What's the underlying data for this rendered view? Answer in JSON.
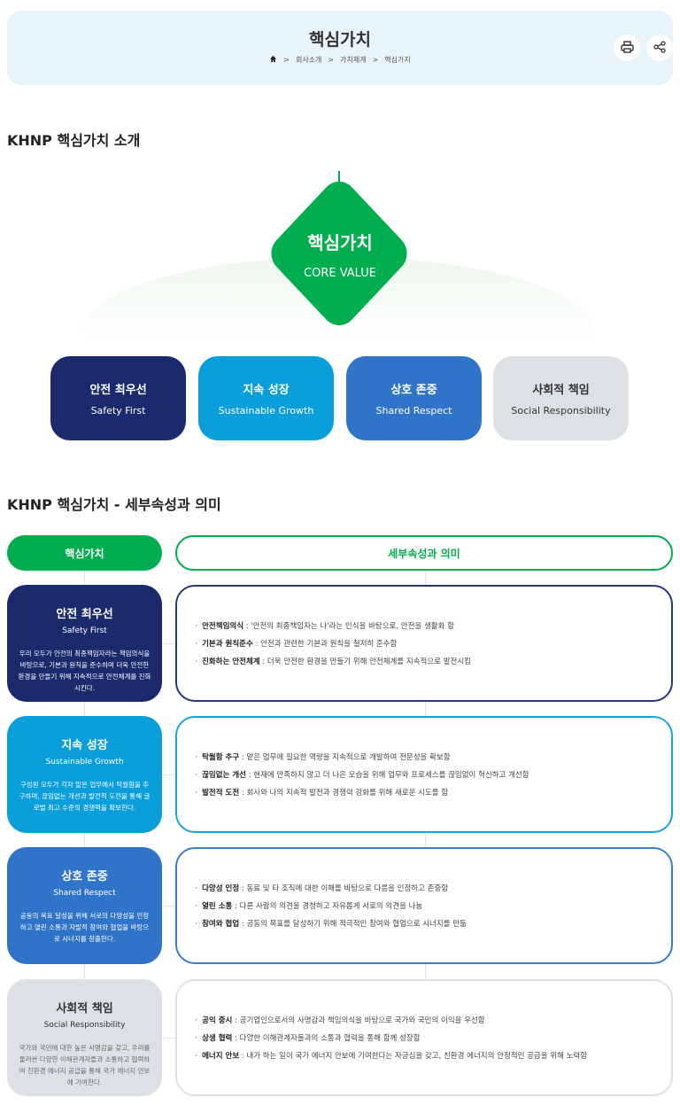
{
  "header": {
    "title": "핵심가치",
    "breadcrumb": [
      "회사소개",
      "가치체계",
      "핵심가치"
    ],
    "sep": ">"
  },
  "section1": {
    "title": "KHNP 핵심가치 소개",
    "center": {
      "ko": "핵심가치",
      "en": "CORE VALUE"
    }
  },
  "values": [
    {
      "ko": "안전 최우선",
      "en": "Safety First",
      "color": "#1a2a6c",
      "text": "#ffffff",
      "desc": "우리 모두가 안전의 최종책임자라는 책임의식을 바탕으로, 기본과 원칙을 준수하며 더욱 안전한 환경을 만들기 위해 지속적으로 안전체계를 진화시킨다.",
      "items": [
        {
          "t": "안전책임의식",
          "d": "'안전의 최종책임자는 나'라는 인식을 바탕으로, 안전을 생활화 함"
        },
        {
          "t": "기본과 원칙준수",
          "d": "안전과 관련한 기본과 원칙을 철저히 준수함"
        },
        {
          "t": "진화하는 안전체계",
          "d": "더욱 안전한 환경을 만들기 위해 안전체계를 지속적으로 발전시킴"
        }
      ]
    },
    {
      "ko": "지속 성장",
      "en": "Sustainable Growth",
      "color": "#0a9edb",
      "text": "#ffffff",
      "desc": "구성원 모두가 각자 맡은 업무에서 탁월함을 추구하며, 끊임없는 개선과 발전적 도전을 통해 글로벌 최고 수준의 경쟁력을 확보한다.",
      "items": [
        {
          "t": "탁월함 추구",
          "d": "맡은 업무에 필요한 역량을 지속적으로 개발하여 전문성을 확보함"
        },
        {
          "t": "끊임없는 개선",
          "d": "현재에 만족하지 않고 더 나은 모습을 위해 업무와 프로세스를 끊임없이 혁신하고 개선함"
        },
        {
          "t": "발전적 도전",
          "d": "회사와 나의 지속적 발전과 경쟁력 강화를 위해 새로운 시도를 함"
        }
      ]
    },
    {
      "ko": "상호 존중",
      "en": "Shared Respect",
      "color": "#2f74c8",
      "text": "#ffffff",
      "desc": "공동의 목표 달성을 위해 서로의 다양성을 인정하고 열린 소통과 자발적 참여와 협업을 바탕으로 시너지를 창출한다.",
      "items": [
        {
          "t": "다양성 인정",
          "d": "동료 및 타 조직에 대한 이해를 바탕으로 다름을 인정하고 존중함"
        },
        {
          "t": "열린 소통",
          "d": "다른 사람의 의견을 경청하고 자유롭게 서로의 의견을 나눔"
        },
        {
          "t": "참여와 협업",
          "d": "공동의 목표를 달성하기 위해 적극적인 참여와 협업으로 시너지를 만듦"
        }
      ]
    },
    {
      "ko": "사회적 책임",
      "en": "Social Responsibility",
      "color": "#dde1e6",
      "text": "#333333",
      "desc": "국가와 국민에 대한 높은 사명감을 갖고, 우리를 둘러싼 다양한 이해관계자들과 소통하고 협력하여 친환경 에너지 공급을 통해 국가 에너지 안보에 기여한다.",
      "items": [
        {
          "t": "공익 중시",
          "d": "공기업인으로서의 사명감과 책임의식을 바탕으로 국가와 국민의 이익을 우선함"
        },
        {
          "t": "상생 협력",
          "d": "다양한 이해관계자들과의 소통과 협력을 통해 함께 성장함"
        },
        {
          "t": "에너지 안보",
          "d": "내가 하는 일이 국가 에너지 안보에 기여한다는 자긍심을 갖고, 친환경 에너지의 안정적인 공급을 위해 노력함"
        }
      ]
    }
  ],
  "section2": {
    "title": "KHNP 핵심가치 - 세부속성과 의미",
    "col1": "핵심가치",
    "col2": "세부속성과 의미"
  },
  "border_colors": [
    "#2a3678",
    "#1aa3dd",
    "#3a7ccc",
    "#dde1e6"
  ]
}
